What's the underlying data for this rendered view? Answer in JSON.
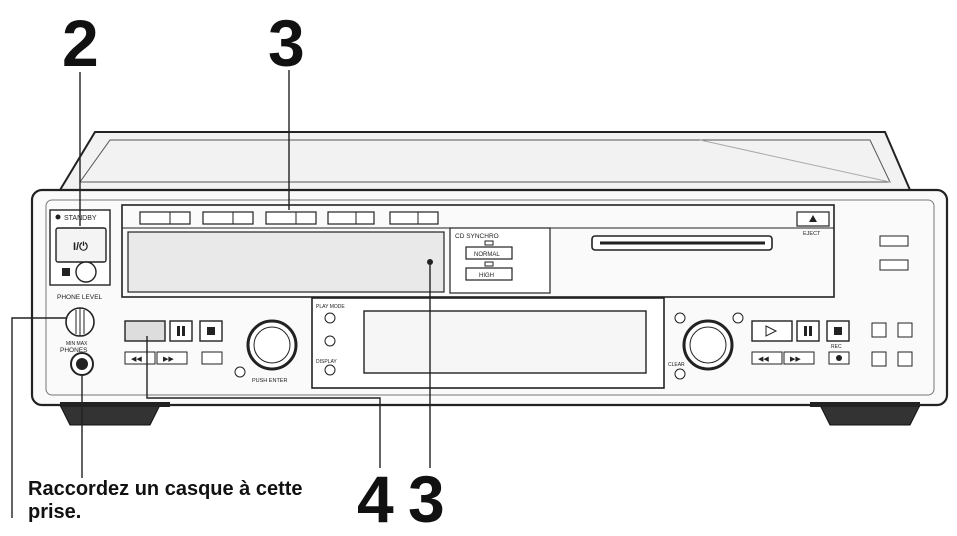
{
  "callouts": {
    "step_standby": "2",
    "step_tray": "3",
    "step_play": "4",
    "step_tray_bottom": "3"
  },
  "caption": "Raccordez un casque à cette prise.",
  "panel_labels": {
    "standby": "STANDBY",
    "power_symbol": "I/⏻",
    "phone_level": "PHONE LEVEL",
    "phones": "PHONES",
    "cd_synchro": "CD SYNCHRO",
    "normal": "NORMAL",
    "high": "HIGH",
    "eject": "EJECT",
    "push_enter": "PUSH ENTER",
    "display": "DISPLAY",
    "play_mode": "PLAY MODE",
    "rec": "REC",
    "clear": "CLEAR"
  }
}
